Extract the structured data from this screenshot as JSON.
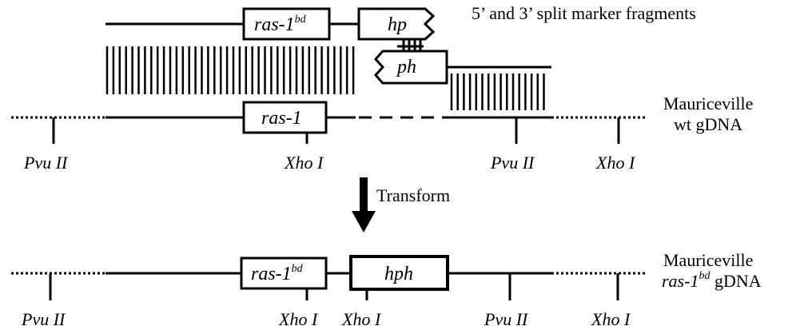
{
  "fragments_title": "5’ and 3’ split marker fragments",
  "wt_label": [
    "Mauriceville",
    "wt gDNA"
  ],
  "mut_label_line1": "Mauriceville",
  "mut_label_line2": {
    "gene": "ras-1",
    "sup": "bd",
    "rest": " gDNA"
  },
  "fragment5": {
    "gene": "ras-1",
    "sup": "bd",
    "marker": "hp"
  },
  "fragment3": {
    "marker": "ph"
  },
  "wt_gene": "ras-1",
  "mut_gene": {
    "gene": "ras-1",
    "sup": "bd"
  },
  "mut_marker": "hph",
  "arrow_label": "Transform",
  "wt_sites": [
    "Pvu II",
    "Xho I",
    "Pvu II",
    "Xho I"
  ],
  "mut_sites": [
    "Pvu II",
    "Xho I",
    "Xho I",
    "Pvu II",
    "Xho I"
  ]
}
